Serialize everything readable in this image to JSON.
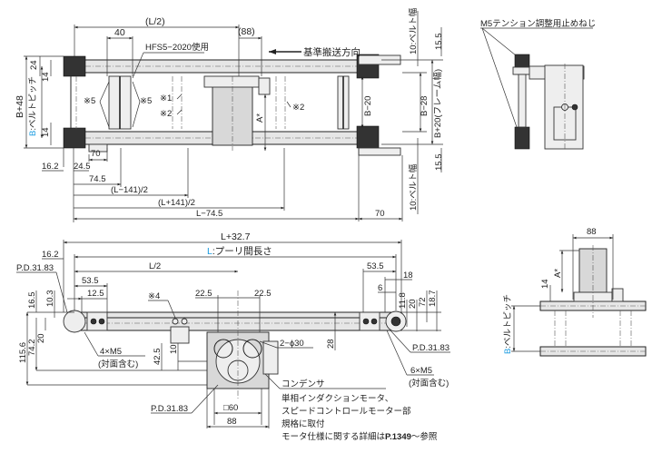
{
  "top_view": {
    "dims": {
      "l_half": "(L/2)",
      "d40": "40",
      "d88": "(88)",
      "profile_note": "HFS5−2020使用",
      "direction": "基準搬送方向",
      "b48": "B+48",
      "belt_pitch_prefix": "B",
      "belt_pitch": ":ベルトピッチ",
      "d24": "24",
      "d14": "14",
      "note5a": "※5",
      "note5b": "※5",
      "note1": "※1",
      "note2a": "※2",
      "note2b": "※2",
      "a_star": "A*",
      "b20": "B−20",
      "b28": "B−28",
      "b20frame": "B+20(フレーム幅)",
      "belt_width_top": "10:ベルト幅",
      "d15_5_top": "15.5",
      "belt_width_bot": "10:ベルト幅",
      "d15_5_bot": "15.5",
      "d16_2": "16.2",
      "d24_5": "24.5",
      "d70_left": "70",
      "d74_5": "74.5",
      "l_minus_141": "(L−141)/2",
      "l_plus_141": "(L+141)/2",
      "l_minus_74_5": "L−74.5",
      "d70_right": "70"
    }
  },
  "side_view": {
    "callout": "M5テンション調整用止めねじ"
  },
  "front_view": {
    "dims": {
      "l_plus_32_7": "L+32.7",
      "l_prefix": "L",
      "pulley_distance": ":プーリ間長さ",
      "d16_2": "16.2",
      "pd_top_left": "P.D.31.83",
      "l_half": "L/2",
      "d53_5_left": "53.5",
      "d12_5": "12.5",
      "note4": "※4",
      "d22_5_a": "22.5",
      "d22_5_b": "22.5",
      "d53_5_right": "53.5",
      "d18": "18",
      "d6": "6",
      "d11_8": "11.8",
      "d20_right": "20",
      "d72": "72",
      "d18_7": "18.7",
      "d16_5": "16.5",
      "d10_3": "10.3",
      "d115_6": "115.6",
      "d74_2": "74.2",
      "d20_left": "20",
      "screws_left_a": "4×M5",
      "screws_left_b": "(対面含む)",
      "d42_5": "42.5",
      "d10": "10",
      "phi30": "2−ϕ30",
      "d28": "28",
      "pd_right": "P.D.31.83",
      "screws_right_a": "6×M5",
      "screws_right_b": "(対面含む)",
      "pd_bottom": "P.D.31.83",
      "sq60": "□60",
      "d88": "88",
      "capacitor": "コンデンサ",
      "motor_note_1": "単相インダクションモータ、",
      "motor_note_2": "スピードコントロールモーター部",
      "motor_note_3": "規格に取付",
      "motor_note_4a": "モータ仕様に関する詳細は",
      "motor_note_4b": "P.1349",
      "motor_note_4c": "〜参照"
    }
  },
  "end_view": {
    "dims": {
      "d88": "88",
      "a_star": "A*",
      "d14": "14",
      "belt_pitch_prefix": "B",
      "belt_pitch": ":ベルトピッチ"
    }
  },
  "colors": {
    "accent": "#1a9be0",
    "line": "#222222",
    "fill": "#e6e6e6"
  }
}
